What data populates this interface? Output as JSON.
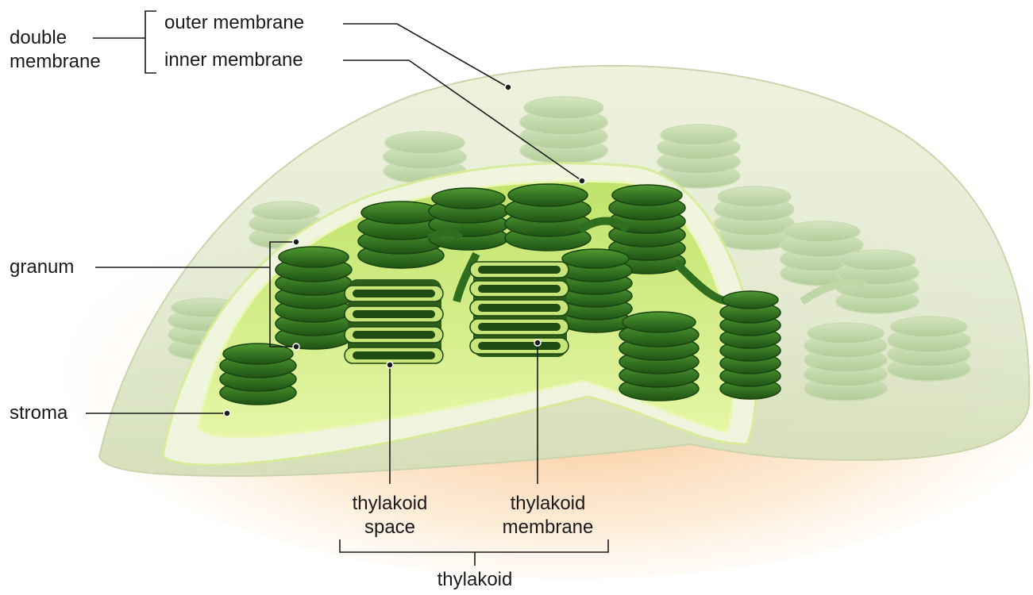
{
  "labels": {
    "double_membrane": [
      "double",
      "membrane"
    ],
    "outer_membrane": "outer membrane",
    "inner_membrane": "inner membrane",
    "granum": "granum",
    "stroma": "stroma",
    "thylakoid_space": [
      "thylakoid",
      "space"
    ],
    "thylakoid_membrane": [
      "thylakoid",
      "membrane"
    ],
    "thylakoid": "thylakoid"
  },
  "colors": {
    "outer_shell": "#e4eccc",
    "inner_fill": "#d4ee84",
    "granum_dark": "#2e6a1e",
    "granum_mid": "#3f8a2a",
    "granum_faded": "#bcd6a2",
    "glow": "#f7c28a"
  }
}
